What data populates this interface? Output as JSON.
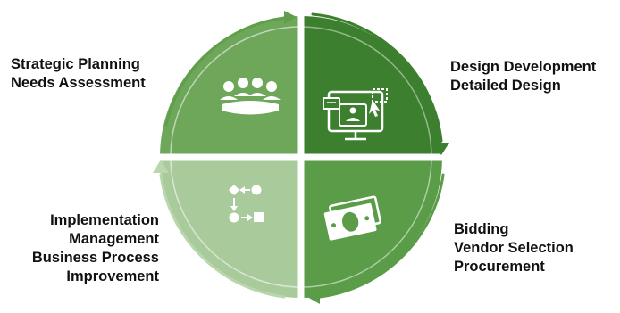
{
  "diagram": {
    "quadrants": [
      {
        "id": "top-left",
        "lines": [
          "Strategic Planning",
          "Needs Assessment"
        ],
        "icon": "people-meeting-icon",
        "fill": "#6ea75a"
      },
      {
        "id": "top-right",
        "lines": [
          "Design Development",
          "Detailed Design"
        ],
        "icon": "computer-screen-design-icon",
        "fill": "#3c7f2e"
      },
      {
        "id": "bottom-right",
        "lines": [
          "Bidding",
          "Vendor Selection",
          "Procurement"
        ],
        "icon": "money-bills-icon",
        "fill": "#5a9c48"
      },
      {
        "id": "bottom-left",
        "lines": [
          "Implementation",
          "Management",
          "Business Process",
          "Improvement"
        ],
        "icon": "process-flow-icon",
        "fill": "#a9cb9c"
      }
    ],
    "colors": {
      "arrow": "#5f9e4a",
      "arrow_light": "#b9d6ad",
      "divider": "#ffffff",
      "text": "#111111"
    }
  }
}
